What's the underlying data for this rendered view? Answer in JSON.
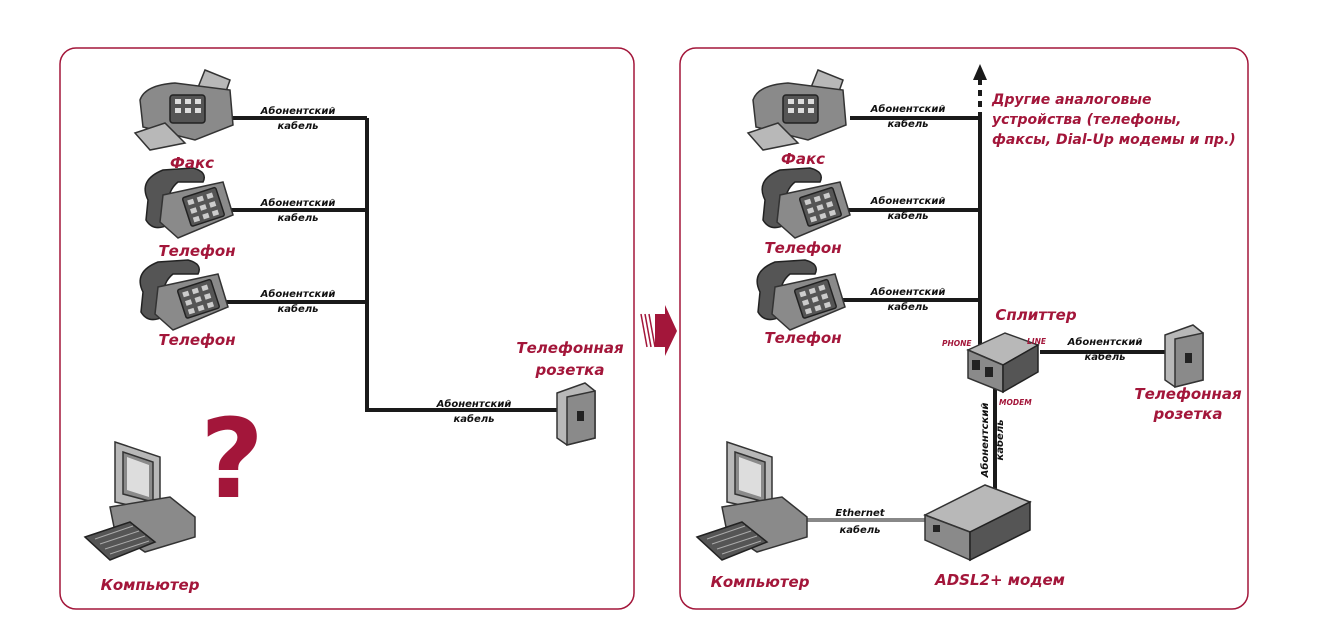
{
  "colors": {
    "accent": "#a3163a",
    "cable": "#1a1a1a",
    "ethernet": "#888888"
  },
  "left_panel": {
    "fax_label": "Факс",
    "phone1_label": "Телефон",
    "phone2_label": "Телефон",
    "socket_label": [
      "Телефонная",
      "розетка"
    ],
    "computer_label": "Компьютер",
    "question_mark": "?",
    "cable_labels": [
      [
        "Абонентский",
        "кабель"
      ],
      [
        "Абонентский",
        "кабель"
      ],
      [
        "Абонентский",
        "кабель"
      ],
      [
        "Абонентский",
        "кабель"
      ]
    ]
  },
  "right_panel": {
    "fax_label": "Факс",
    "phone1_label": "Телефон",
    "phone2_label": "Телефон",
    "other_devices": [
      "Другие аналоговые",
      "устройства (телефоны,",
      "факсы, Dial-Up модемы и пр.)"
    ],
    "splitter_label": "Сплиттер",
    "ports": {
      "phone": "PHONE",
      "line": "LINE",
      "modem": "MODEM"
    },
    "socket_label": [
      "Телефонная",
      "розетка"
    ],
    "modem_label": "ADSL2+ модем",
    "computer_label": "Компьютер",
    "cable_labels": [
      [
        "Абонентский",
        "кабель"
      ],
      [
        "Абонентский",
        "кабель"
      ],
      [
        "Абонентский",
        "кабель"
      ],
      [
        "Абонентский",
        "кабель"
      ],
      [
        "Абонентский",
        "кабель"
      ]
    ],
    "ethernet_label": [
      "Ethernet",
      "кабель"
    ]
  }
}
